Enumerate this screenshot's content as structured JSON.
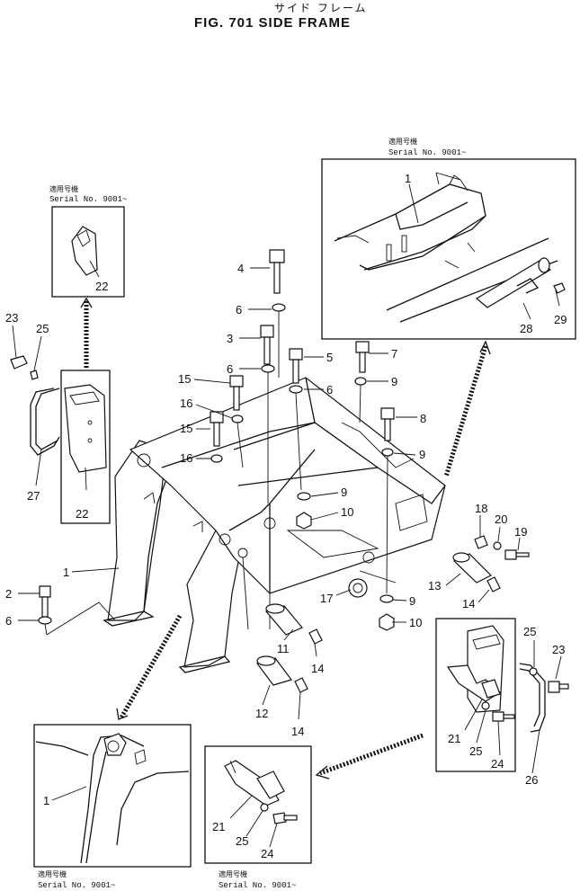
{
  "header": {
    "subtitle_jp": "サイド フレーム",
    "title": "FIG. 701  SIDE  FRAME"
  },
  "serial_notes": [
    {
      "jp": "適用号機",
      "text": "Serial  No. 9001~"
    },
    {
      "jp": "適用号機",
      "text": "Serial  No. 9001~"
    },
    {
      "jp": "適用号機",
      "text": "Serial  No. 9001~"
    },
    {
      "jp": "適用号機",
      "text": "Serial  No. 9001~"
    }
  ],
  "callouts": {
    "top_inset": [
      "1",
      "28",
      "29"
    ],
    "left_small_inset": [
      "22"
    ],
    "left_tall_inset": [
      "22"
    ],
    "right_inset": [
      "25",
      "23",
      "21",
      "25",
      "24",
      "26"
    ],
    "bottom_left_inset": [
      "1"
    ],
    "bottom_center_inset": [
      "21",
      "25",
      "24"
    ],
    "main": [
      "4",
      "6",
      "3",
      "6",
      "5",
      "7",
      "6",
      "9",
      "15",
      "16",
      "15",
      "16",
      "8",
      "9",
      "9",
      "10",
      "18",
      "20",
      "19",
      "13",
      "17",
      "14",
      "9",
      "10",
      "11",
      "14",
      "12",
      "14",
      "1",
      "2",
      "6",
      "23",
      "25",
      "27"
    ]
  }
}
